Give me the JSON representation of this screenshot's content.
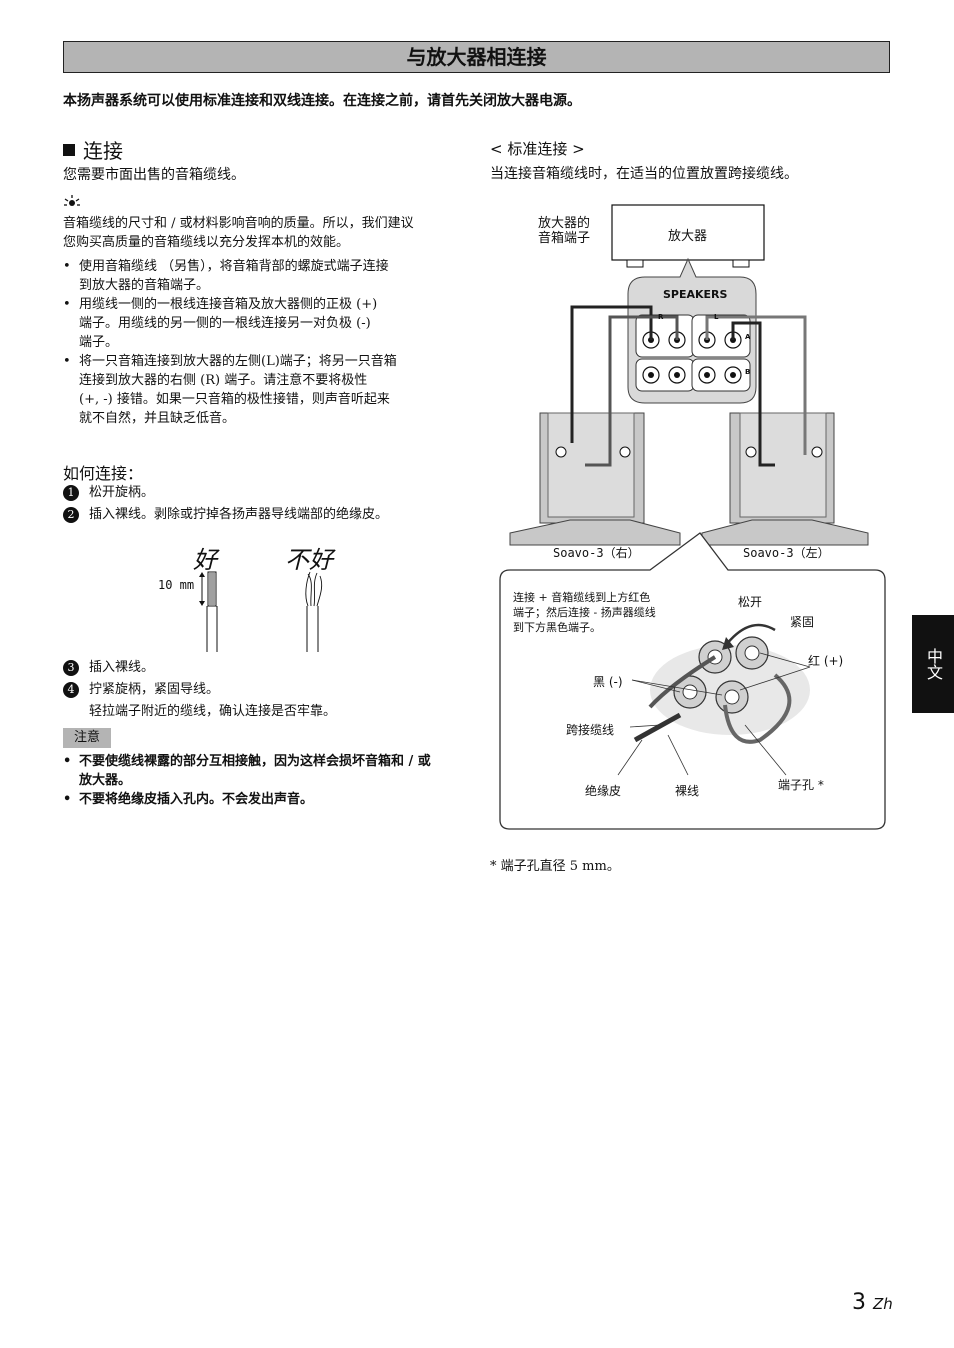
{
  "header": {
    "title": "与放大器相连接"
  },
  "intro": "本扬声器系统可以使用标准连接和双线连接。在连接之前，请首先关闭放大器电源。",
  "left": {
    "section_title": "连接",
    "need_text": "您需要市面出售的音箱缆线。",
    "tip_icon": "bulb-icon",
    "tip_text_1": "音箱缆线的尺寸和 / 或材料影响音响的质量。所以，我们建议",
    "tip_text_2": "您购买高质量的音箱缆线以充分发挥本机的效能。",
    "bullets": [
      [
        "使用音箱缆线 （另售），将音箱背部的螺旋式端子连接",
        "到放大器的音箱端子。"
      ],
      [
        "用缆线一侧的一根线连接音箱及放大器侧的正极 (+)",
        "端子。用缆线的另一侧的一根线连接另一对负极 (-)",
        "端子。"
      ],
      [
        "将一只音箱连接到放大器的左侧(L)端子；将另一只音箱",
        "连接到放大器的右侧 (R) 端子。请注意不要将极性",
        "(+, -) 接错。如果一只音箱的极性接错，则声音听起来",
        "就不自然，并且缺乏低音。"
      ]
    ],
    "how_title": "如何连接：",
    "steps": [
      {
        "n": "1",
        "text": "松开旋柄。"
      },
      {
        "n": "2",
        "text": "插入裸线。剥除或拧掉各扬声器导线端部的绝缘皮。"
      },
      {
        "n": "3",
        "text": "插入裸线。"
      },
      {
        "n": "4",
        "text": "拧紧旋柄，紧固导线。"
      }
    ],
    "step4_sub": "轻拉端子附近的缆线，确认连接是否牢靠。",
    "wire": {
      "good": "好",
      "bad": "不好",
      "length": "10 mm"
    },
    "note_label": "注意",
    "warnings": [
      [
        "不要使缆线裸露的部分互相接触，因为这样会损坏音箱和 / 或",
        "放大器。"
      ],
      [
        "不要将绝缘皮插入孔内。不会发出声音。"
      ]
    ]
  },
  "right": {
    "std_title": "< 标准连接 >",
    "std_text": "当连接音箱缆线时，在适当的位置放置跨接缆线。",
    "diagram": {
      "amp_terminal": [
        "放大器的",
        "音箱端子"
      ],
      "amp": "放大器",
      "speakers": "SPEAKERS",
      "R": "R",
      "L": "L",
      "A": "A",
      "B": "B",
      "left_speaker": "Soavo-3（右）",
      "right_speaker": "Soavo-3（左）",
      "detail_note": [
        "连接 + 音箱缆线到上方红色",
        "端子；然后连接 - 扬声器缆线",
        "到下方黑色端子。"
      ],
      "loosen": "松开",
      "tighten": "紧固",
      "red": "红 (+)",
      "black": "黑 (-)",
      "jumper": "跨接缆线",
      "insulation": "绝缘皮",
      "bare": "裸线",
      "hole": "端子孔 *"
    },
    "footnote": "* 端子孔直径 5 mm。"
  },
  "side_tab": "中文",
  "page": {
    "number": "3",
    "suffix": "Zh"
  }
}
